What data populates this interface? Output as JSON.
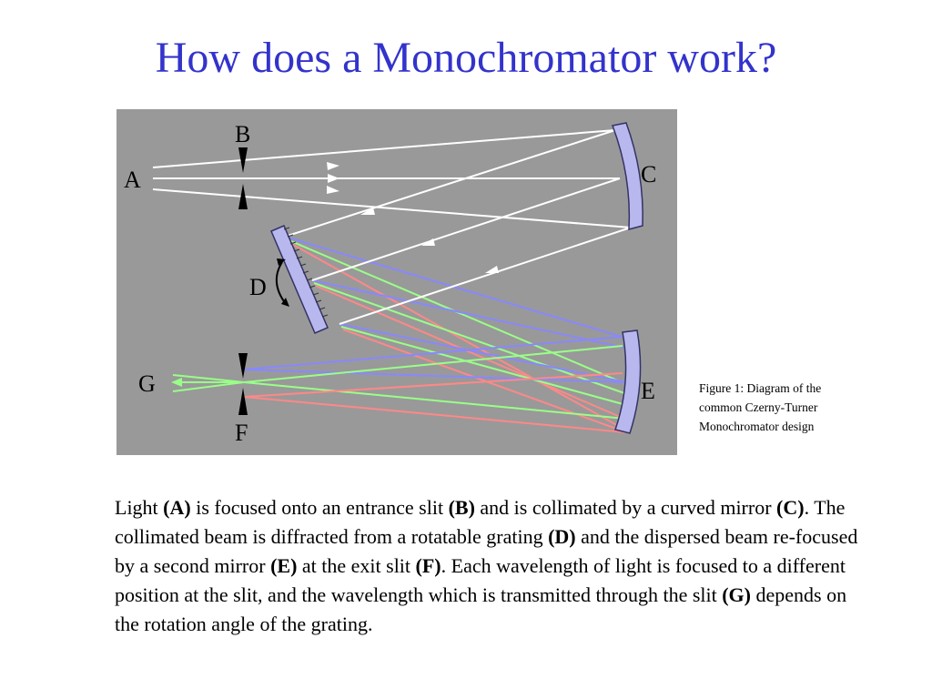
{
  "slide": {
    "title": "How does a Monochromator work?"
  },
  "figure": {
    "labels": {
      "A": "A",
      "B": "B",
      "C": "C",
      "D": "D",
      "E": "E",
      "F": "F",
      "G": "G"
    },
    "colors": {
      "background": "#999999",
      "white_beam": "#ffffff",
      "blue_beam": "#8888ff",
      "green_beam": "#99ff88",
      "red_beam": "#ff8888",
      "mirror_fill": "#b8b8ee",
      "title": "#3333cc"
    },
    "caption": "Figure 1:  Diagram of the common Czerny-Turner Monochromator design"
  },
  "body": {
    "p1": "Light ",
    "b1": "(A)",
    "p2": " is focused onto an entrance slit ",
    "b2": "(B)",
    "p3": " and is collimated by a curved mirror ",
    "b3": "(C)",
    "p4": ". The collimated beam is diffracted from a rotatable grating ",
    "b4": "(D)",
    "p5": " and the dispersed beam re-focused by a second mirror ",
    "b5": "(E)",
    "p6": " at the exit slit ",
    "b6": "(F)",
    "p7": ". Each wavelength of light is focused to a different position at the slit, and the wavelength which is transmitted through the slit ",
    "b7": "(G)",
    "p8": " depends on the rotation angle of the grating."
  }
}
